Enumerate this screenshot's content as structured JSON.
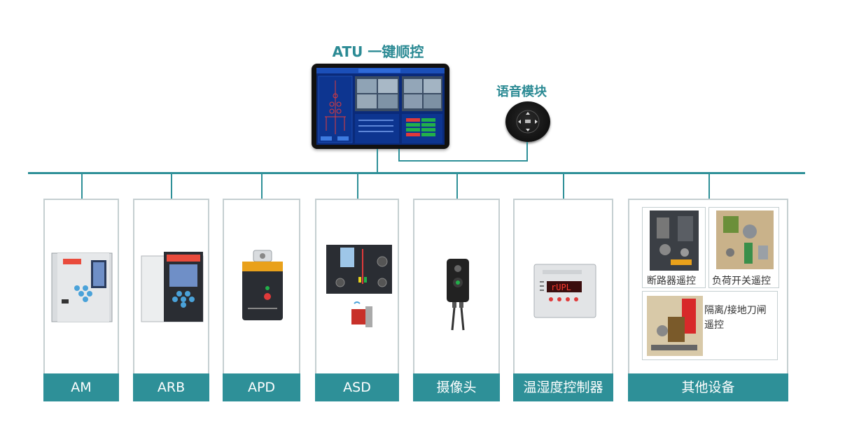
{
  "top": {
    "atu_title": "ATU 一键顺控",
    "voice_title": "语音模块"
  },
  "devices": [
    {
      "label": "AM"
    },
    {
      "label": "ARB"
    },
    {
      "label": "APD"
    },
    {
      "label": "ASD"
    },
    {
      "label": "摄像头"
    },
    {
      "label": "温湿度控制器"
    },
    {
      "label": "其他设备"
    }
  ],
  "other": {
    "breaker": "断路器遥控",
    "load_switch": "负荷开关遥控",
    "isolator_line1": "隔离/接地刀闸",
    "isolator_line2": "遥控"
  },
  "colors": {
    "accent": "#2e9098",
    "title": "#2b8a94",
    "border": "#c5cfd1"
  }
}
